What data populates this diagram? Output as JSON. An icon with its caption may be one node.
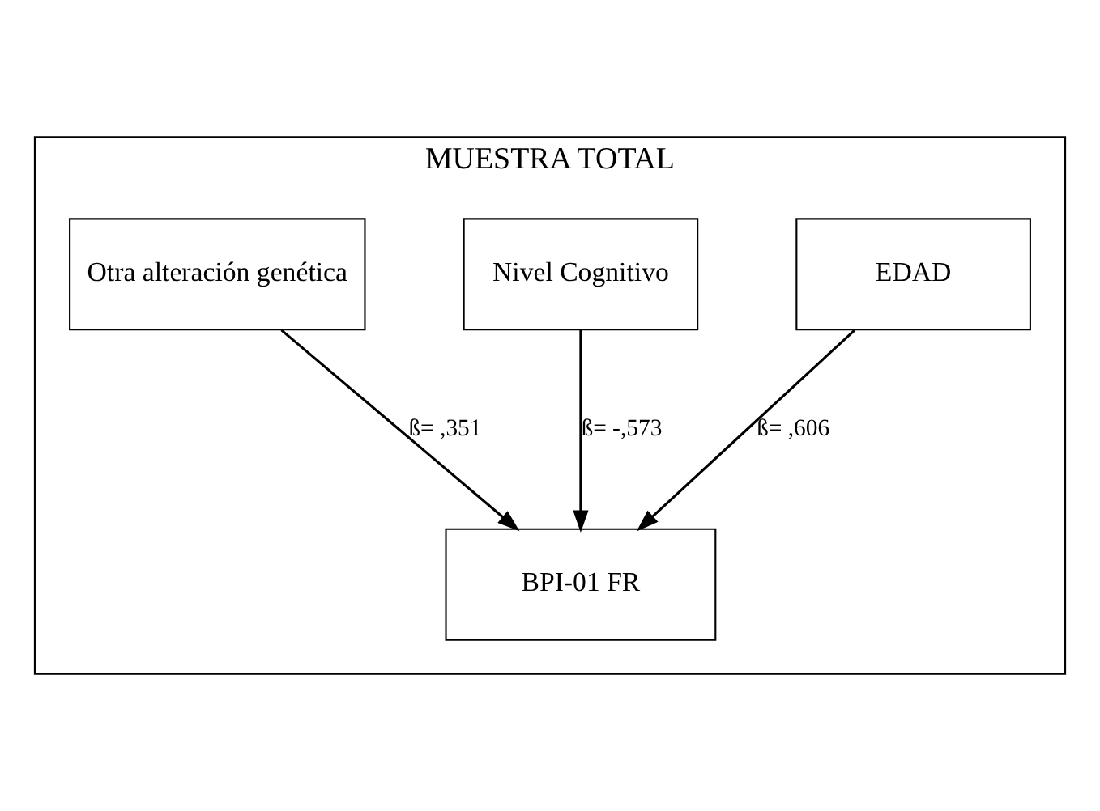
{
  "diagram": {
    "nodes": [
      {
        "text": [
          "MUESTRA TOTAL"
        ]
      },
      {
        "text": [
          "Otra alteración genética"
        ],
        "in": 0
      },
      {
        "text": [
          "Nivel Cognitivo"
        ],
        "in": 0
      },
      {
        "text": [
          "EDAD"
        ],
        "in": 0
      },
      {
        "text": [
          "BPI-01 FR"
        ],
        "in": 0
      }
    ],
    "edges": [
      {
        "from": 1,
        "to": 4,
        "arrow": "to",
        "label": "ß= ,351"
      },
      {
        "from": 2,
        "to": 4,
        "arrow": "to",
        "label": "ß= -,573"
      },
      {
        "from": 3,
        "to": 4,
        "arrow": "to",
        "label": "ß= ,606"
      }
    ]
  }
}
